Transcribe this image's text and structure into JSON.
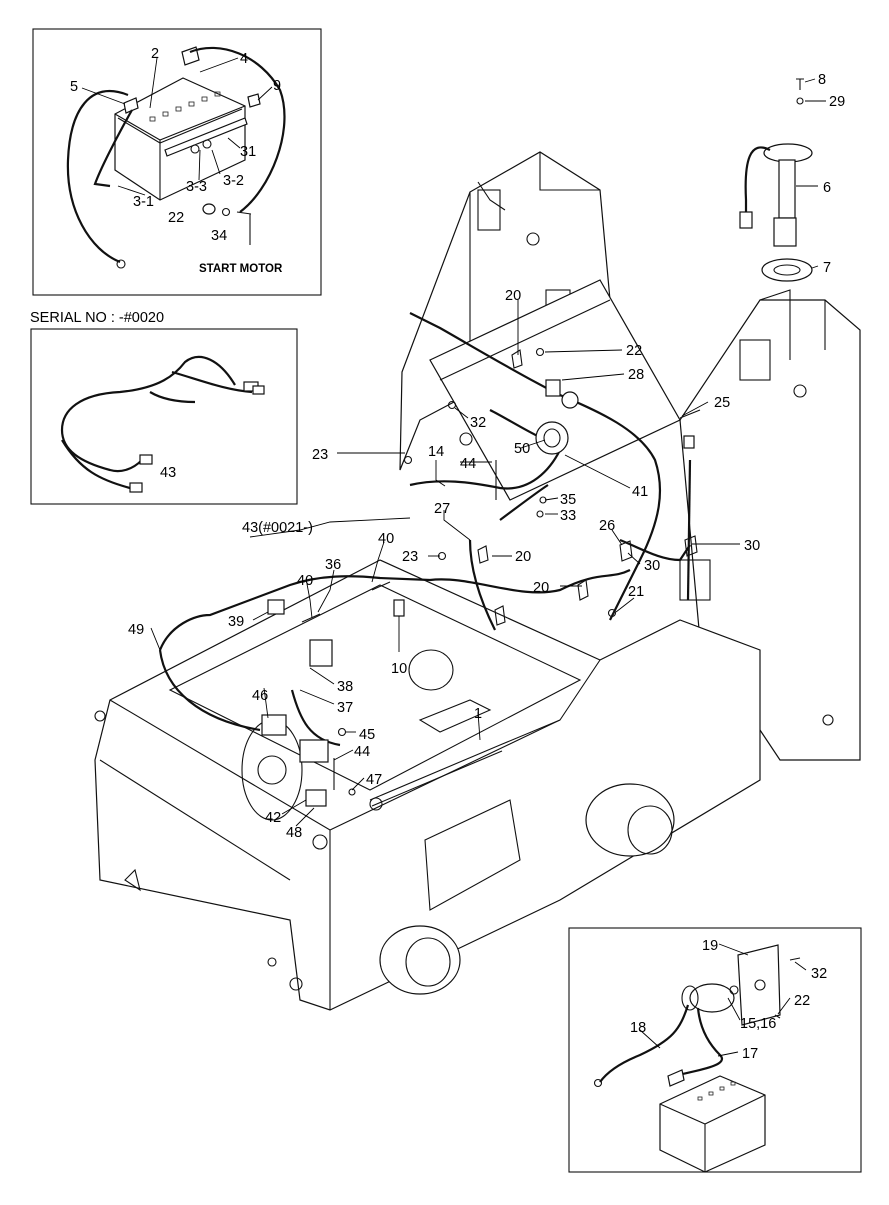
{
  "serial_caption": "SERIAL NO : -#0020",
  "start_motor_caption": "START MOTOR",
  "labels": {
    "p2": "2",
    "p4": "4",
    "p5": "5",
    "p9": "9",
    "p31": "31",
    "p3_3": "3-3",
    "p3_2": "3-2",
    "p3_1": "3-1",
    "p22_a": "22",
    "p34": "34",
    "p8": "8",
    "p29": "29",
    "p6": "6",
    "p7": "7",
    "p43_a": "43",
    "p20_a": "20",
    "p22_b": "22",
    "p28": "28",
    "p25": "25",
    "p32_a": "32",
    "p23_a": "23",
    "p14": "14",
    "p44_a": "44",
    "p50": "50",
    "p41": "41",
    "p35": "35",
    "p33": "33",
    "p43_b": "43(#0021-)",
    "p27": "27",
    "p26": "26",
    "p30_a": "30",
    "p30_b": "30",
    "p23_b": "23",
    "p20_b": "20",
    "p40_a": "40",
    "p36": "36",
    "p40_b": "40",
    "p20_c": "20",
    "p21": "21",
    "p39": "39",
    "p49": "49",
    "p10": "10",
    "p38": "38",
    "p37": "37",
    "p46": "46",
    "p1": "1",
    "p45": "45",
    "p44_b": "44",
    "p47": "47",
    "p42": "42",
    "p48": "48",
    "p19": "19",
    "p32_b": "32",
    "p22_c": "22",
    "p15_16": "15,16",
    "p18": "18",
    "p17": "17"
  }
}
